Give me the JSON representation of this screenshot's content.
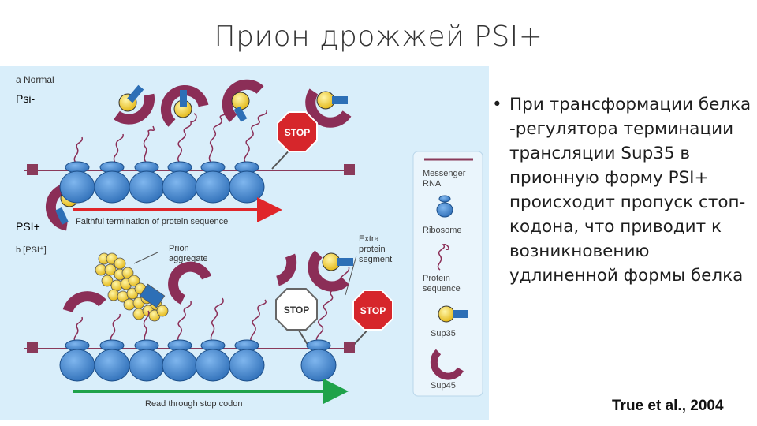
{
  "title": "Прион дрожжей PSI+",
  "figure": {
    "panel_a_label": "a Normal",
    "panel_b_label": "b [PSI⁺]",
    "psi_minus_tag": "Psi-",
    "psi_plus_tag": "PSI+",
    "stop_label": "STOP",
    "arrow_a_label": "Faithful termination of protein sequence",
    "arrow_b_label": "Read through stop codon",
    "prion_aggregate_label": [
      "Prion",
      "aggregate"
    ],
    "extra_segment_label": [
      "Extra",
      "protein",
      "segment"
    ],
    "legend": {
      "messenger_rna": [
        "Messenger",
        "RNA"
      ],
      "ribosome": "Ribosome",
      "protein_sequence": [
        "Protein",
        "sequence"
      ],
      "sup35": "Sup35",
      "sup45": "Sup45"
    },
    "colors": {
      "panel_bg": "#d9eefa",
      "ribosome": "#4a8fd6",
      "mrna": "#8a3a5a",
      "sup45": "#8b2e57",
      "sup35_head": "#f2d22e",
      "sup35_tail": "#2d6fb6",
      "stop_red": "#d6262b",
      "arrow_red": "#e0262a",
      "arrow_green": "#1fa24a"
    }
  },
  "bullet": {
    "icon": "bullet-dot",
    "text": "При трансформации белка -регулятора терминации трансляции Sup35 в прионную форму PSI+ происходит пропуск стоп-кодона, что приводит к возникновению удлиненной формы белка"
  },
  "citation": "True et al., 2004"
}
